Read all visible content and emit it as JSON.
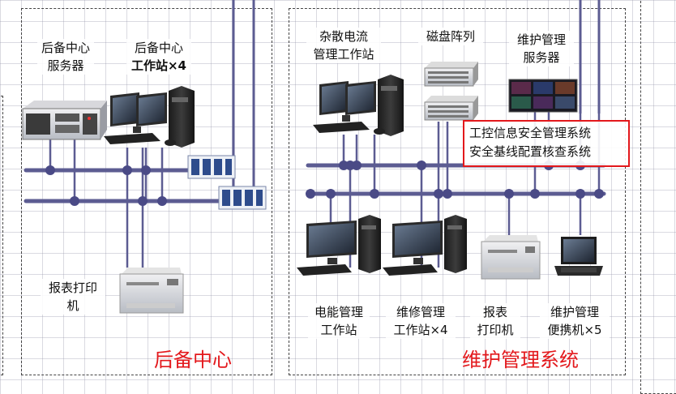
{
  "backup_center": {
    "title": "后备中心",
    "server_label": [
      "后备中心",
      "服务器"
    ],
    "workstation_label": [
      "后备中心",
      "工作站×4"
    ],
    "printer_label": [
      "报表打印",
      "机"
    ]
  },
  "maintenance_system": {
    "title": "维护管理系统",
    "stray_current_label": [
      "杂散电流",
      "管理工作站"
    ],
    "disk_array_label": [
      "磁盘阵列"
    ],
    "maint_server_label": [
      "维护管理",
      "服务器"
    ],
    "callout": [
      "工控信息安全管理系统",
      "安全基线配置核查系统"
    ],
    "power_ws_label": [
      "电能管理",
      "工作站"
    ],
    "repair_ws_label": [
      "维修管理",
      "工作站×4"
    ],
    "printer_label": [
      "报表",
      "打印机"
    ],
    "laptop_label": [
      "维护管理",
      "便携机×5"
    ]
  },
  "colors": {
    "bus": "#5c5c92",
    "node": "#4a4a86",
    "title": "#e3181c",
    "zone_border": "#444444"
  },
  "icons": [
    "server-icon",
    "workstation-icon",
    "switch-icon",
    "printer-icon",
    "disk-array-icon",
    "monitor-wall-icon",
    "laptop-icon"
  ]
}
